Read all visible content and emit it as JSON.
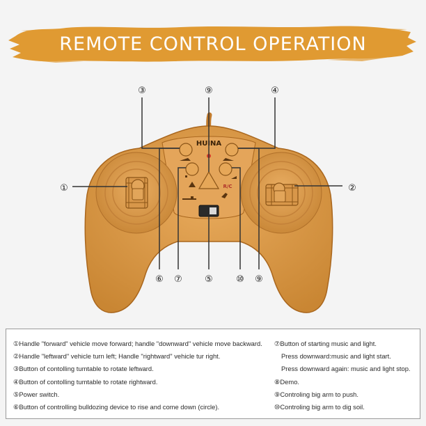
{
  "title": "REMOTE CONTROL OPERATION",
  "brand": "HUINA",
  "rc_mark": "R/C",
  "callouts": [
    "①",
    "②",
    "③",
    "④",
    "⑤",
    "⑥",
    "⑦",
    "⑨",
    "⑩",
    "⑨"
  ],
  "colors": {
    "banner": "#e09a32",
    "body": "#dc9a4b",
    "body_dark": "#b86f22",
    "face": "#e6a75c"
  },
  "legend": {
    "left": [
      "①Handle \"forward\" vehicle move forward; handle \"downward\" vehicle move backward.",
      "②Handle \"leftward\" vehicle turn left; Handle \"rightward\" vehicle tur right.",
      "③Button of contolling tumtable to rotate leftward.",
      "④Button of contolling tumtable to rotate rightward.",
      "⑤Power switch.",
      "⑥Button of controlling bulldozing device to rise and come down (circle)."
    ],
    "right": [
      "⑦Button of starting music and light.",
      "Press downward:music and light start.",
      "Press downward again: music and light stop.",
      "⑧Demo.",
      "⑨Controling big arm to push.",
      "⑩Controling big arm to dig soil."
    ]
  }
}
